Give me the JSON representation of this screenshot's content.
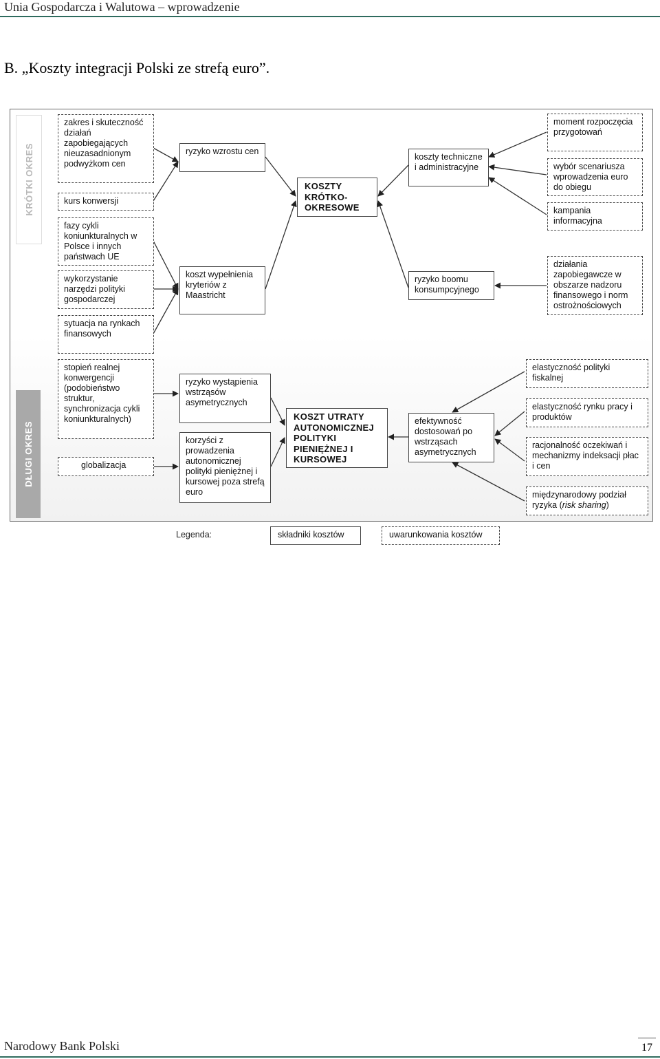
{
  "header": {
    "running_title": "Unia Gospodarcza i Walutowa – wprowadzenie"
  },
  "section": {
    "title": "B. „Koszty integracji Polski ze strefą euro”."
  },
  "diagram": {
    "bands": {
      "short_term": "KRÓTKI OKRES",
      "long_term": "DŁUGI OKRES"
    },
    "left_conditions": {
      "zakres": "zakres i skuteczność działań zapobiegających nieuzasadnionym podwyżkom cen",
      "kurs": "kurs konwersji",
      "fazy": "fazy cykli koniunkturalnych w Polsce i innych państwach UE",
      "narzedzia": "wykorzystanie narzędzi polityki gospodarczej",
      "rynki": "sytuacja na rynkach finansowych",
      "konwergencja": "stopień realnej konwergencji (podobieństwo struktur, synchronizacja cykli koniunkturalnych)",
      "globalizacja": "globalizacja"
    },
    "cost_components": {
      "ryzyko_cen": "ryzyko wzrostu cen",
      "koszt_maastricht": "koszt wypełnienia kryteriów z Maastricht",
      "koszty_krotko": "KOSZTY KRÓTKO-OKRESOWE",
      "koszty_techniczne": "koszty techniczne i administracyjne",
      "ryzyko_boomu": "ryzyko boomu konsumpcyjnego",
      "ryzyko_wstrzasow": "ryzyko wystąpienia wstrząsów asymetrycznych",
      "korzysci": "korzyści z prowadzenia autonomicznej polityki pieniężnej i kursowej poza strefą euro",
      "koszt_utraty": "KOSZT UTRATY AUTONOMICZNEJ POLITYKI PIENIĘŻNEJ I KURSOWEJ",
      "efektywnosc": "efektywność dostosowań po wstrząsach asymetrycznych"
    },
    "right_conditions": {
      "moment": "moment rozpoczęcia przygotowań",
      "scenariusz": "wybór scenariusza wprowadzenia euro do obiegu",
      "kampania": "kampania informacyjna",
      "dzialania": "działania zapobiegawcze w obszarze nadzoru finansowego i norm ostrożnościowych",
      "fiskalna": "elastyczność polityki fiskalnej",
      "rynek_pracy": "elastyczność rynku pracy i produktów",
      "racjonalnosc": "racjonalność oczekiwań i mechanizmy indeksacji płac i cen",
      "podzial_prefix": "międzynarodowy podział ryzyka (",
      "podzial_italic": "risk sharing",
      "podzial_suffix": ")"
    },
    "legend": {
      "label": "Legenda:",
      "cost_components": "składniki kosztów",
      "conditions": "uwarunkowania kosztów"
    }
  },
  "footer": {
    "publisher": "Narodowy Bank Polski",
    "page_number": "17"
  },
  "colors": {
    "accent_rule": "#2e6b5e",
    "long_band": "#a9a9a9"
  }
}
